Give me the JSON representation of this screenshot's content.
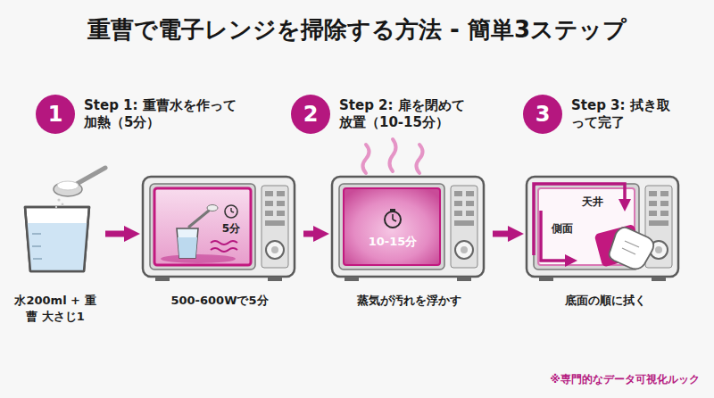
{
  "diagram": {
    "title": "重曹で電子レンジを掃除する方法 - 簡単3ステップ",
    "nodes": [
      {
        "text": [
          "1",
          "Step 1: 重曹水を作って加熱（5分）"
        ]
      },
      {
        "text": [
          "2",
          "Step 2: 扉を閉めて放置（10-15分）"
        ]
      },
      {
        "text": [
          "3",
          "Step 3: 拭き取って完了"
        ]
      },
      {
        "text": [
          "水200ml + 重曹 大さじ1"
        ]
      },
      {
        "text": [
          "5分",
          "500-600Wで5分"
        ]
      },
      {
        "text": [
          "10-15分",
          "蒸気が汚れを浮かす"
        ]
      },
      {
        "text": [
          "天井",
          "側面",
          "底面の順に拭く"
        ]
      }
    ],
    "edges": [
      {
        "from": 3,
        "to": 4,
        "arrow": "to"
      },
      {
        "from": 4,
        "to": 5,
        "arrow": "to"
      },
      {
        "from": 5,
        "to": 6,
        "arrow": "to"
      }
    ],
    "labels": [
      "※専門的なデータ可視化ルック"
    ]
  }
}
